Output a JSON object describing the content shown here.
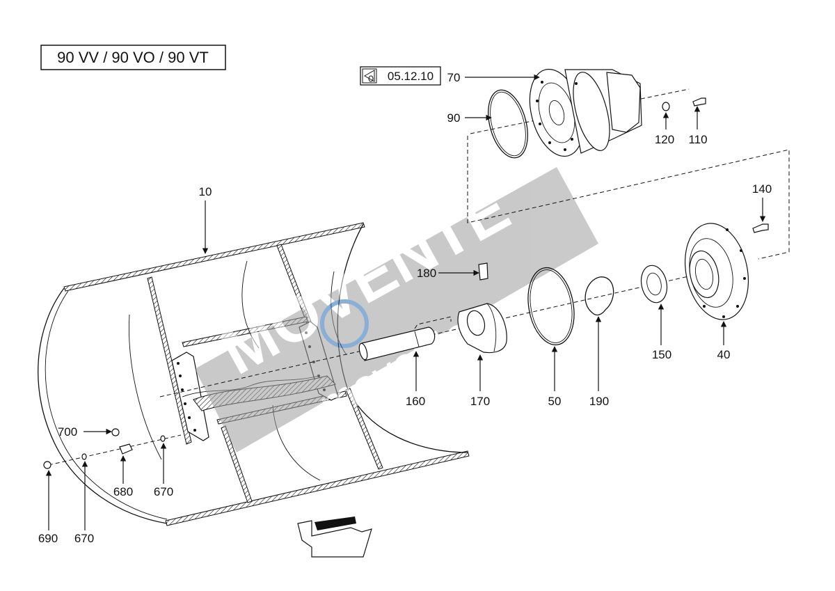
{
  "model_box": {
    "text": "90 VV / 90 VO / 90 VT"
  },
  "ref_box": {
    "text": "05.12.10"
  },
  "watermark": {
    "brand": "MOVENTE",
    "site": "movente.ru"
  },
  "parts": {
    "p10": "10",
    "p40": "40",
    "p50": "50",
    "p70": "70",
    "p90": "90",
    "p110": "110",
    "p120": "120",
    "p140": "140",
    "p150": "150",
    "p160": "160",
    "p170": "170",
    "p180": "180",
    "p190": "190",
    "p670a": "670",
    "p670b": "670",
    "p680": "680",
    "p690": "690",
    "p700": "700"
  },
  "colors": {
    "line": "#111111",
    "watermark_gray": "#9e9e9e",
    "watermark_blue": "#2a6fb5"
  }
}
